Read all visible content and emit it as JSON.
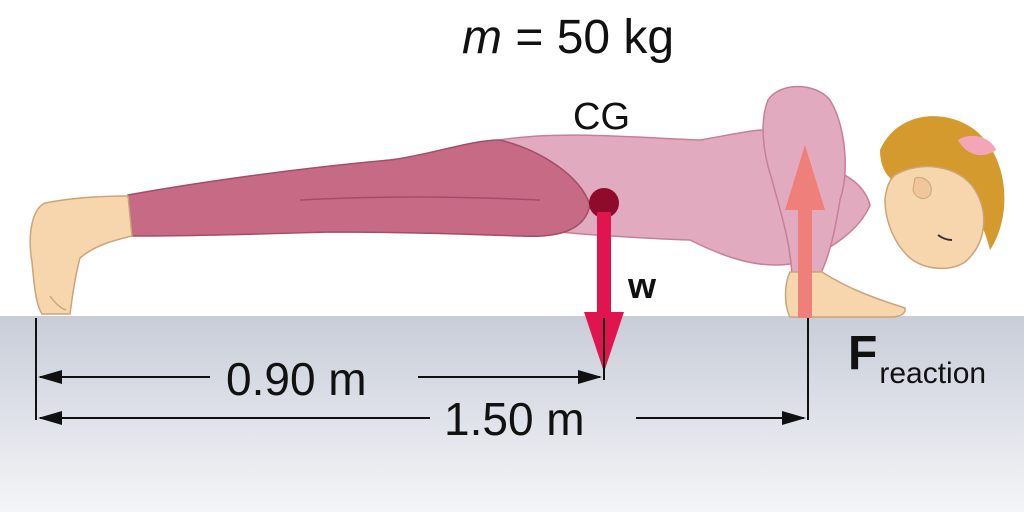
{
  "labels": {
    "mass_var": "m",
    "mass_rest": " = 50 kg",
    "cg": "CG",
    "weight": "w",
    "reaction_main": "F",
    "reaction_sub": "reaction",
    "dist_cg": "0.90 m",
    "dist_total": "1.50 m"
  },
  "colors": {
    "floor_top": "#c8cdd8",
    "floor_bottom": "#f4f5f8",
    "body": "#e2aabf",
    "legs": "#c76a86",
    "skin": "#f7d6ae",
    "hair": "#d49a2e",
    "weight_arrow": "#e0144e",
    "reaction_arrow": "#ef7f7a",
    "cg_dot": "#8e0b2c"
  }
}
